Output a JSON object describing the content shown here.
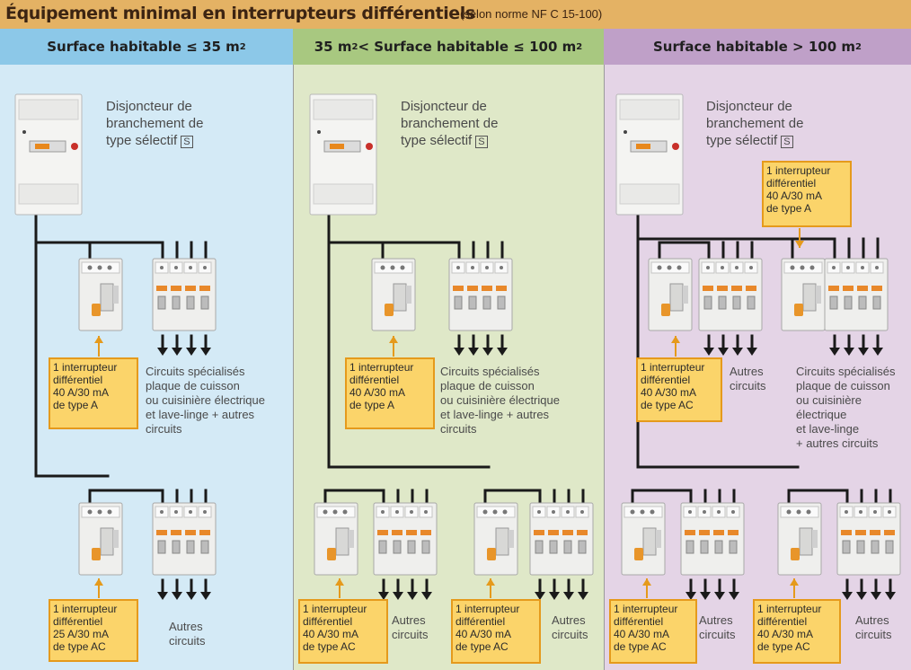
{
  "title": {
    "main": "Équipement minimal en interrupteurs différentiels",
    "sub": "(selon norme NF C 15-100)"
  },
  "columns": [
    {
      "header_pre": "Surface habitable  ≤ 35 m",
      "header_sup": "2",
      "header_post": ""
    },
    {
      "header_pre": "35 m",
      "header_sup": "2",
      "header_post": " < Surface habitable  ≤ 100 m",
      "header_sup2": "2"
    },
    {
      "header_pre": "Surface habitable  > 100 m",
      "header_sup": "2",
      "header_post": ""
    }
  ],
  "main_breaker": {
    "label": "Disjoncteur de\nbranchement de\ntype sélectif",
    "symbol": "S"
  },
  "labels": {
    "a_top_rcd": "1 interrupteur\ndifférentiel\n40 A/30 mA\nde type A",
    "a_top_circuits": "Circuits spécialisés\nplaque de cuisson\nou cuisinière électrique\net lave-linge + autres\ncircuits",
    "a_bot_rcd": "1 interrupteur\ndifférentiel\n25 A/30 mA\nde type AC",
    "a_bot_circuits": "Autres\ncircuits",
    "b_top_rcd": "1 interrupteur\ndifférentiel\n40 A/30 mA\nde type A",
    "b_top_circuits": "Circuits spécialisés\nplaque de cuisson\nou cuisinière électrique\net lave-linge + autres\ncircuits",
    "b_bot1_rcd": "1 interrupteur\ndifférentiel\n40 A/30 mA\nde type AC",
    "b_bot1_circuits": "Autres\ncircuits",
    "b_bot2_rcd": "1 interrupteur\ndifférentiel\n40 A/30 mA\nde type AC",
    "b_bot2_circuits": "Autres\ncircuits",
    "c_topright_rcd": "1 interrupteur\ndifférentiel\n40 A/30 mA\nde type A",
    "c_topleft_rcd": "1 interrupteur\ndifférentiel\n40 A/30 mA\nde type AC",
    "c_topleft_circuits": "Autres\ncircuits",
    "c_topright_circuits": "Circuits spécialisés\nplaque de cuisson\nou cuisinière\nélectrique\net lave-linge\n+ autres circuits",
    "c_bot1_rcd": "1 interrupteur\ndifférentiel\n40 A/30 mA\nde type AC",
    "c_bot1_circuits": "Autres\ncircuits",
    "c_bot2_rcd": "1 interrupteur\ndifférentiel\n40 A/30 mA\nde type AC",
    "c_bot2_circuits": "Autres\ncircuits"
  },
  "colors": {
    "col_a_bg": "#d4eaf6",
    "col_b_bg": "#dfe8c8",
    "col_c_bg": "#e4d4e6",
    "label_fill": "#fbd46a",
    "label_border": "#e59a1c",
    "wire": "#1a1a1a"
  }
}
